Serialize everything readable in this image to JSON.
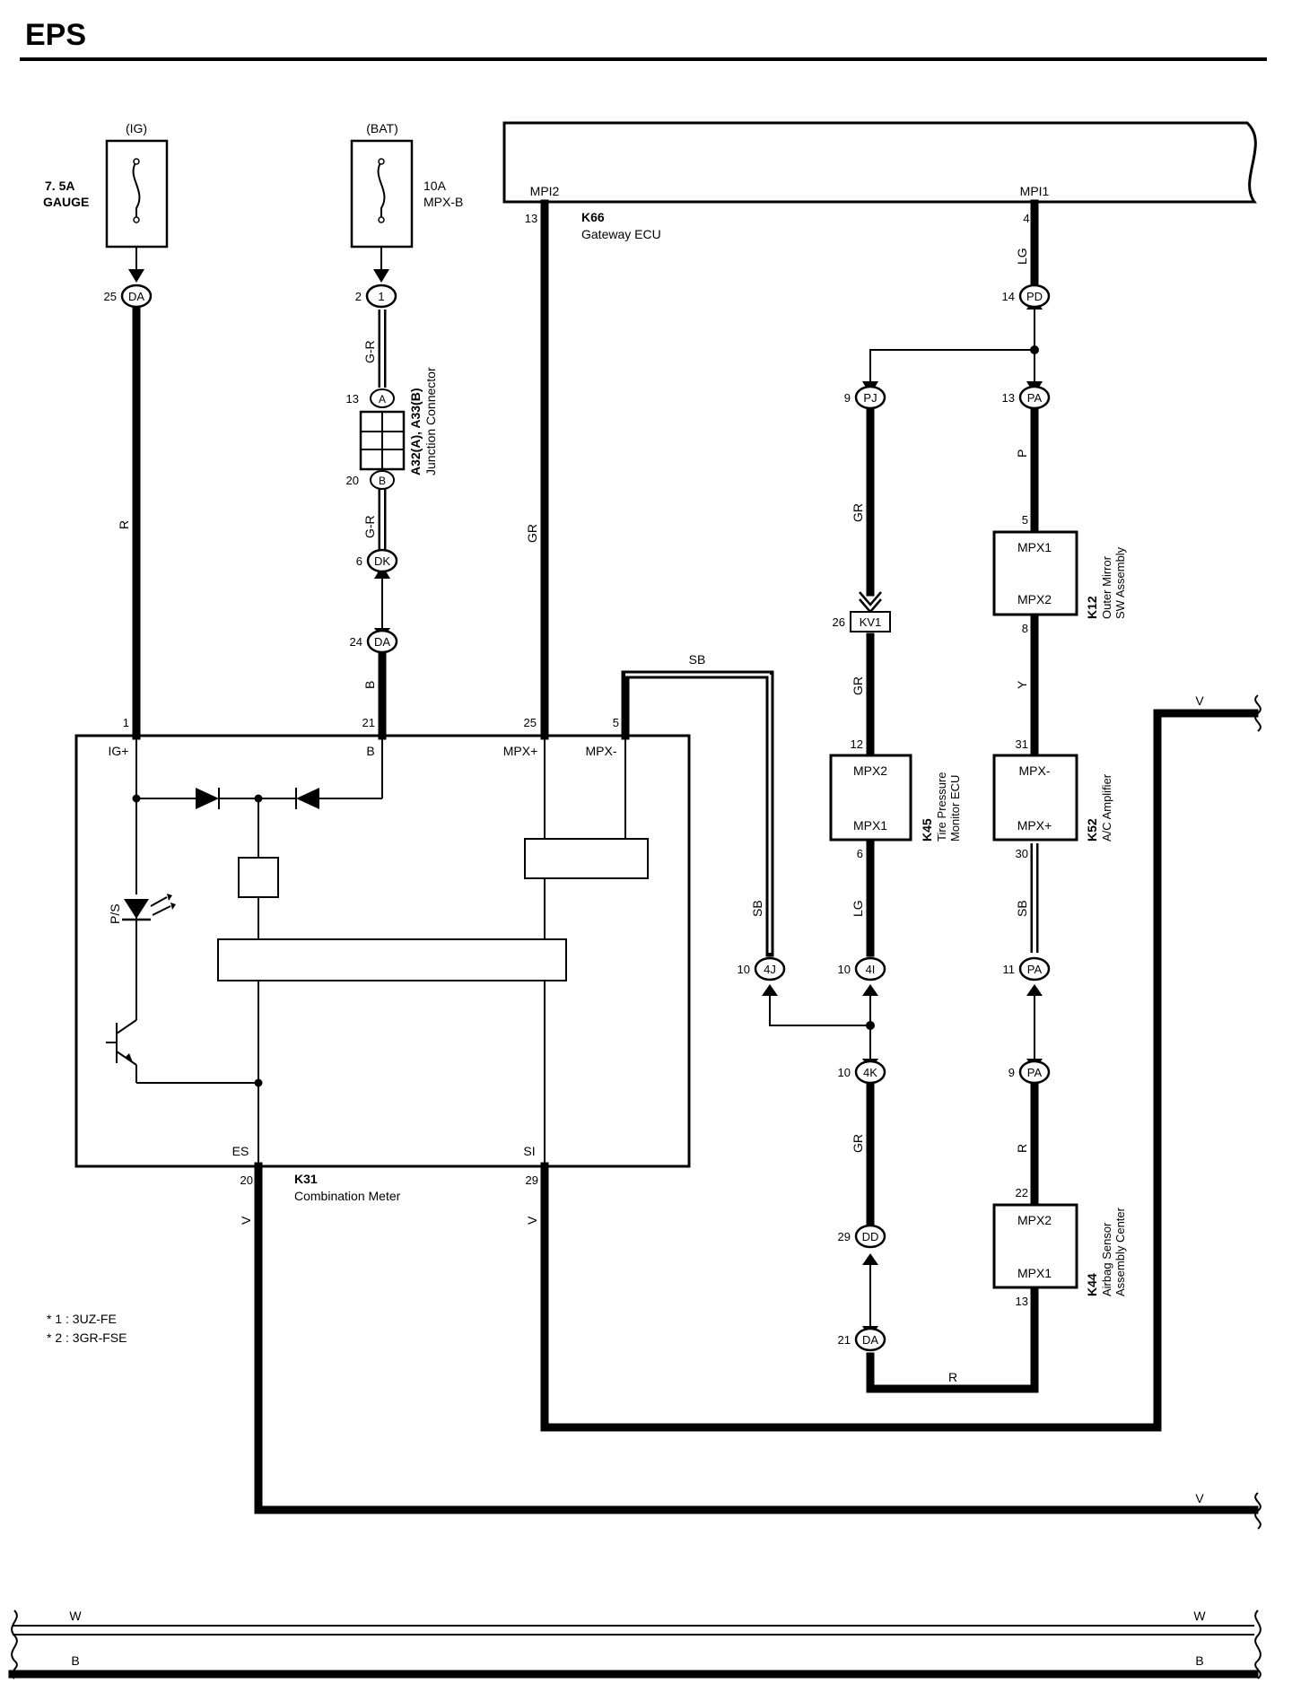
{
  "page": {
    "title": "EPS"
  },
  "fuses": {
    "ig": {
      "source": "(IG)",
      "rating": "7. 5A",
      "name": "GAUGE"
    },
    "bat": {
      "source": "(BAT)",
      "rating": "10A",
      "name": "MPX-B"
    }
  },
  "gateway": {
    "code": "K66",
    "name": "Gateway ECU",
    "port1": "MPI2",
    "port2": "MPI1",
    "pin1": "13",
    "pin2": "4"
  },
  "junction": {
    "code": "A32(A), A33(B)",
    "name": "Junction Connector",
    "pinA": "13",
    "connA": "A",
    "pinB": "20",
    "connB": "B"
  },
  "combination_meter": {
    "code": "K31",
    "name": "Combination Meter",
    "terminals": [
      "IG+",
      "B",
      "MPX+",
      "MPX-",
      "ES",
      "SI"
    ],
    "pins": [
      "1",
      "21",
      "25",
      "5",
      "20",
      "29"
    ],
    "ps_label": "P/S"
  },
  "tire_pressure": {
    "code": "K45",
    "name1": "Tire Pressure",
    "name2": "Monitor ECU",
    "top": "MPX2",
    "bottom": "MPX1",
    "pin_top": "12",
    "pin_bottom": "6"
  },
  "outer_mirror": {
    "code": "K12",
    "name1": "Outer Mirror",
    "name2": "SW Assembly",
    "top": "MPX1",
    "bottom": "MPX2",
    "pin_top": "5",
    "pin_bottom": "8"
  },
  "ac_amplifier": {
    "code": "K52",
    "name1": "A/C Amplifier",
    "top": "MPX-",
    "bottom": "MPX+",
    "pin_top": "31",
    "pin_bottom": "30"
  },
  "airbag": {
    "code": "K44",
    "name1": "Airbag Sensor",
    "name2": "Assembly Center",
    "top": "MPX2",
    "bottom": "MPX1",
    "pin_top": "22",
    "pin_bottom": "13"
  },
  "connectors": [
    {
      "pin": "25",
      "label": "DA"
    },
    {
      "pin": "2",
      "label": "1"
    },
    {
      "pin": "6",
      "label": "DK"
    },
    {
      "pin": "24",
      "label": "DA"
    },
    {
      "pin": "14",
      "label": "PD"
    },
    {
      "pin": "9",
      "label": "PJ"
    },
    {
      "pin": "13",
      "label": "PA"
    },
    {
      "pin": "26",
      "label": "KV1"
    },
    {
      "pin": "10",
      "label": "4J"
    },
    {
      "pin": "10",
      "label": "4I"
    },
    {
      "pin": "11",
      "label": "PA"
    },
    {
      "pin": "10",
      "label": "4K"
    },
    {
      "pin": "9",
      "label": "PA"
    },
    {
      "pin": "29",
      "label": "DD"
    },
    {
      "pin": "21",
      "label": "DA"
    }
  ],
  "wire_colors": {
    "ig_wire": "R",
    "bat_upper": "G-R",
    "bat_mid": "G-R",
    "bat_lower": "B",
    "gateway_wire": "GR",
    "mpi1_wire": "LG",
    "pj_wire": "GR",
    "kv1_wire": "GR",
    "pa_wire": "P",
    "mirror_to_ac": "Y",
    "sb_top": "SB",
    "sb_side": "SB",
    "tp_lower": "LG",
    "ac_lower": "SB",
    "gr_lower": "GR",
    "airbag_wire": "R",
    "bottom_r": "R",
    "es_wire": "V",
    "si_wire": "V",
    "v_right1": "V",
    "v_right2": "V",
    "w_left": "W",
    "w_right": "W",
    "b_left": "B",
    "b_right": "B"
  },
  "notes": [
    "* 1 : 3UZ-FE",
    "* 2 : 3GR-FSE"
  ]
}
